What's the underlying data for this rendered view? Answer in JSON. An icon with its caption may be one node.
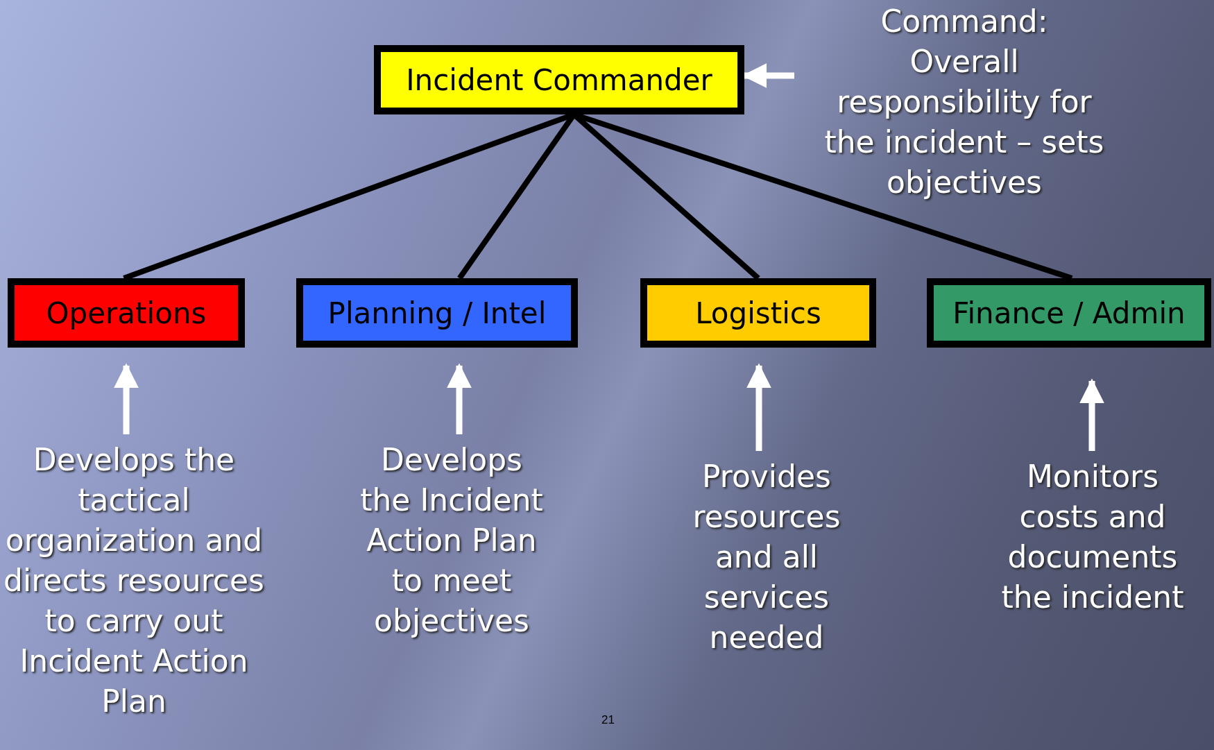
{
  "diagram": {
    "nodes": [
      {
        "text": [
          "Incident Commander"
        ]
      },
      {
        "text": [
          "Operations"
        ]
      },
      {
        "text": [
          "Planning / Intel"
        ]
      },
      {
        "text": [
          "Logistics"
        ]
      },
      {
        "text": [
          "Finance / Admin"
        ]
      },
      {
        "text": [
          "Command:",
          "Overall responsibility for the incident – sets objectives"
        ]
      },
      {
        "text": [
          "Develops the tactical organization and directs resources to carry out Incident Action Plan"
        ]
      },
      {
        "text": [
          "Develops the Incident Action Plan to meet objectives"
        ]
      },
      {
        "text": [
          "Provides resources and all services needed"
        ]
      },
      {
        "text": [
          "Monitors costs and documents the incident"
        ]
      }
    ],
    "edges": [
      {
        "from": 0,
        "to": 1,
        "arrow": "none",
        "color": "#000000"
      },
      {
        "from": 0,
        "to": 2,
        "arrow": "none",
        "color": "#000000"
      },
      {
        "from": 0,
        "to": 3,
        "arrow": "none",
        "color": "#000000"
      },
      {
        "from": 0,
        "to": 4,
        "arrow": "none",
        "color": "#000000"
      },
      {
        "from": 5,
        "to": 0,
        "arrow": "to"
      },
      {
        "from": 6,
        "to": 1,
        "arrow": "to"
      },
      {
        "from": 7,
        "to": 2,
        "arrow": "to"
      },
      {
        "from": 8,
        "to": 3,
        "arrow": "to"
      },
      {
        "from": 9,
        "to": 4,
        "arrow": "to"
      }
    ],
    "labels": [
      "21"
    ]
  }
}
